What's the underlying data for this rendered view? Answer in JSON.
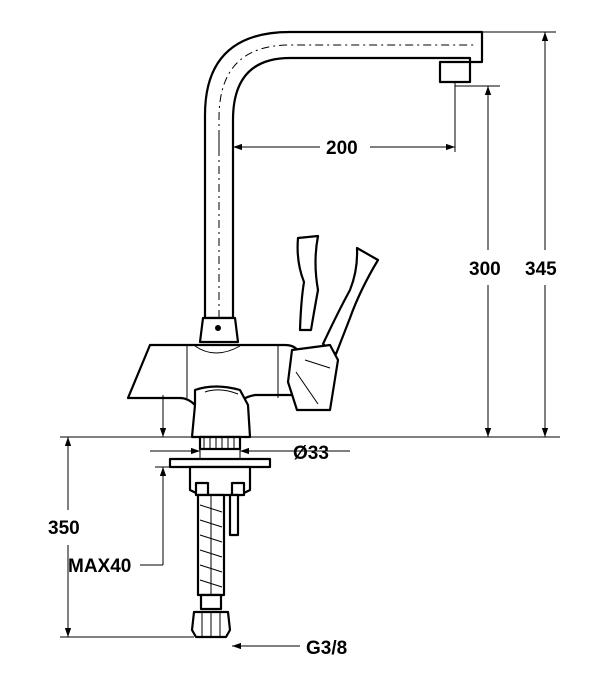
{
  "dimensions": {
    "spout_reach": "200",
    "spout_height": "300",
    "total_height": "345",
    "base_diameter": "Ø33",
    "under_counter_length": "350",
    "max_counter_thickness": "MAX40",
    "connection_thread": "G3/8"
  },
  "colors": {
    "line": "#000000",
    "background": "#ffffff"
  }
}
